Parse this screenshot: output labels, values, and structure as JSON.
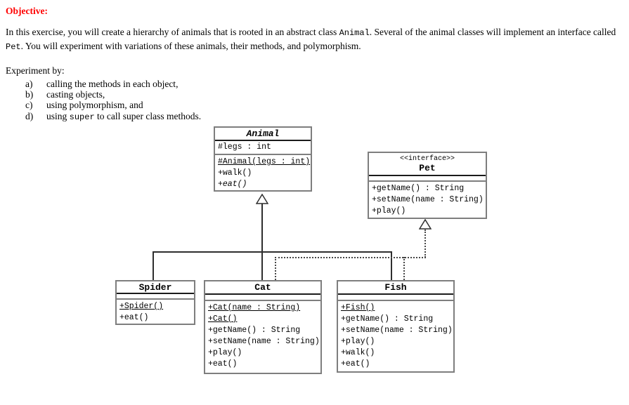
{
  "colors": {
    "heading_red": "#ff0000",
    "box_border_gray": "#7e7e7e",
    "title_separator_black": "#1b1b1b",
    "connector_line": "#2e2e2e",
    "background": "#ffffff"
  },
  "doc": {
    "objective_heading": "Objective:",
    "intro": {
      "text_1": "In this exercise, you will create a hierarchy of animals that is rooted in an abstract class ",
      "code_1": "Animal",
      "text_2": ". Several of the animal classes will implement an interface called ",
      "code_2": "Pet",
      "text_3": ". You will experiment with variations of these animals, their methods, and polymorphism."
    },
    "experiment_heading": "Experiment by:",
    "items": [
      {
        "label": "a)",
        "text": "calling the methods in each object,"
      },
      {
        "label": "b)",
        "text": "casting objects,"
      },
      {
        "label": "c)",
        "text": "using polymorphism, and"
      },
      {
        "label": "d)",
        "text_1": "using ",
        "code": "super",
        "text_2": " to call super class methods."
      }
    ]
  },
  "uml": {
    "animal": {
      "title": "Animal",
      "attributes": [
        "#legs : int"
      ],
      "methods": [
        "#Animal(legs : int)",
        "+walk()",
        "+eat()"
      ]
    },
    "pet": {
      "stereotype": "<<interface>>",
      "title": "Pet",
      "methods": [
        "+getName() : String",
        "+setName(name : String)",
        "+play()"
      ]
    },
    "spider": {
      "title": "Spider",
      "methods": [
        "+Spider()",
        "+eat()"
      ]
    },
    "cat": {
      "title": "Cat",
      "methods": [
        "+Cat(name : String)",
        "+Cat()",
        "+getName() : String",
        "+setName(name : String)",
        "+play()",
        "+eat()"
      ]
    },
    "fish": {
      "title": "Fish",
      "methods": [
        "+Fish()",
        "+getName() : String",
        "+setName(name : String)",
        "+play()",
        "+walk()",
        "+eat()"
      ]
    }
  }
}
